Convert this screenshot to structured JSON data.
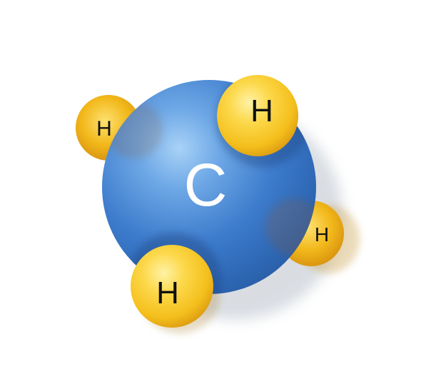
{
  "molecule": {
    "carbon": {
      "symbol": "C",
      "color": "#3d7bcc",
      "label_color": "#ffffff"
    },
    "hydrogens": [
      {
        "symbol": "H",
        "position": "upper-left"
      },
      {
        "symbol": "H",
        "position": "top-right"
      },
      {
        "symbol": "H",
        "position": "right"
      },
      {
        "symbol": "H",
        "position": "bottom-left"
      }
    ],
    "hydrogen_color": "#f4bf1c",
    "hydrogen_label_color": "#111111"
  }
}
